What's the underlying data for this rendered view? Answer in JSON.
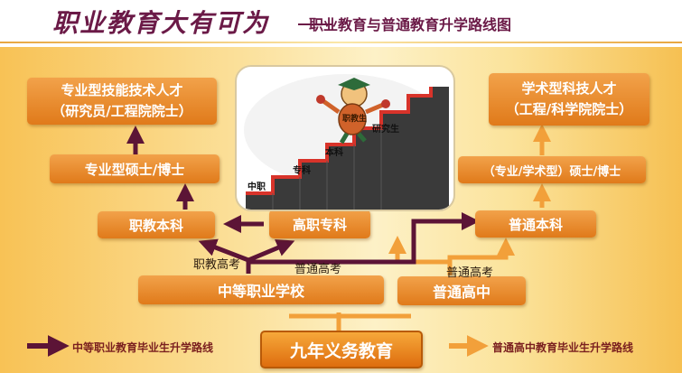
{
  "title": {
    "main": "职业教育大有可为",
    "subtitle": "职业教育与普通教育升学路线图"
  },
  "colors": {
    "vocational_route": "#5c1436",
    "general_route": "#f2a03a",
    "box": "#e8891f",
    "title": "#6b1a47"
  },
  "boxes": {
    "vocational_talent": [
      "专业型技能技术人才",
      "（研究员/工程院院士）"
    ],
    "vocational_master": "专业型硕士/博士",
    "vocational_bachelor": "职教本科",
    "higher_vocational": "高职专科",
    "secondary_vocational": "中等职业学校",
    "academic_talent": [
      "学术型科技人才",
      "（工程/科学院院士）"
    ],
    "academic_master": "（专业/学术型）硕士/博士",
    "general_bachelor": "普通本科",
    "general_high": "普通高中",
    "nine_year": "九年义务教育"
  },
  "route_labels": {
    "vocational_exam": "职教高考",
    "general_exam_left": "普通高考",
    "general_exam_right": "普通高考"
  },
  "illustration": {
    "stairs": [
      "中职",
      "专科",
      "本科",
      "研究生"
    ],
    "figure_label": "职教生"
  },
  "legend": {
    "vocational": "中等职业教育毕业生升学路线",
    "general": "普通高中教育毕业生升学路线"
  }
}
